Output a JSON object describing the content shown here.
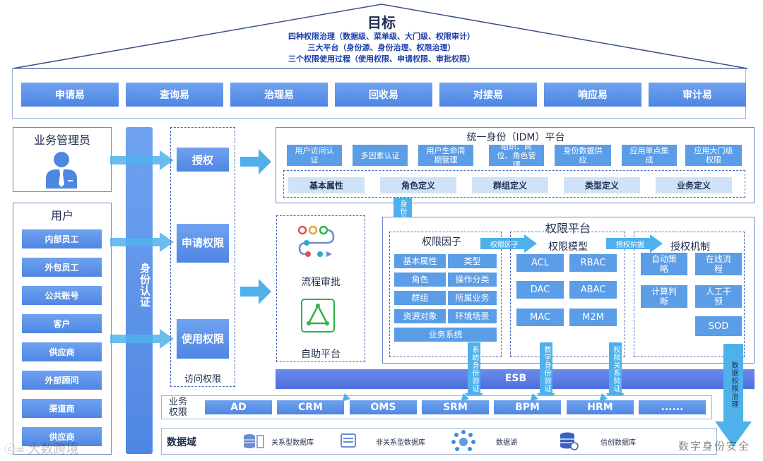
{
  "goal": {
    "title": "目标",
    "lines": [
      "四种权限治理（数据级、菜单级、大门级、权限审计）",
      "三大平台（身份源、身份治理、权限治理）",
      "三个权限使用过程（使用权限、申请权限、审批权限）"
    ]
  },
  "top_modules": [
    "申请易",
    "查询易",
    "治理易",
    "回收易",
    "对接易",
    "响应易",
    "审计易"
  ],
  "biz_admin": {
    "title": "业务管理员"
  },
  "users": {
    "title": "用户",
    "items": [
      "内部员工",
      "外包员工",
      "公共账号",
      "客户",
      "供应商",
      "外部顾问",
      "渠道商",
      "供应商"
    ]
  },
  "identity_auth": "身份认证",
  "access": {
    "items": [
      "授权",
      "申请权限",
      "使用权限"
    ],
    "caption": "访问权限"
  },
  "idm": {
    "title": "统一身份（IDM）平台",
    "functions": [
      "用户访问认证",
      "多因素认证",
      "用户生命周期管理",
      "组织、岗位、角色管理",
      "身份数据供应",
      "应用单点集成",
      "应用大门级权限"
    ],
    "definitions": [
      "基本属性",
      "角色定义",
      "群组定义",
      "类型定义",
      "业务定义"
    ]
  },
  "identity_supply": "身份供应",
  "workflow": {
    "label": "流程审批",
    "self_service": "自助平台"
  },
  "perm_platform": {
    "title": "权限平台",
    "factors": {
      "title": "权限因子",
      "items": [
        "基本属性",
        "类型",
        "角色",
        "操作分类",
        "群组",
        "所属业务",
        "资源对象",
        "环境场景"
      ],
      "wide": "业务系统"
    },
    "factor_arrow": "权限因子",
    "model": {
      "title": "权限模型",
      "items": [
        "ACL",
        "RBAC",
        "DAC",
        "ABAC",
        "MAC",
        "M2M"
      ]
    },
    "basis_arrow": "授权依据",
    "mechanism": {
      "title": "授权机制",
      "items": [
        "自动策略",
        "在线流程",
        "计算判断",
        "人工干预",
        "SOD"
      ]
    }
  },
  "vertical_labels": [
    "系统身份验证",
    "数字身份验证",
    "权限关系验证",
    "数据权限治理"
  ],
  "esb": "ESB",
  "biz_perm": {
    "label": "业务权限",
    "systems": [
      "AD",
      "CRM",
      "OMS",
      "SRM",
      "BPM",
      "HRM",
      "......"
    ]
  },
  "data_domain": {
    "label": "数据域",
    "items": [
      "关系型数据库",
      "非关系型数据库",
      "数据湖",
      "信创数据库"
    ]
  },
  "watermarks": {
    "left": "大数跨境",
    "right": "数字身份安全"
  },
  "colors": {
    "primary": "#4f86e3",
    "light": "#5b9de6",
    "pale": "#cfe3f8",
    "arrow": "#4fb1ec",
    "esb": "#5574e0"
  }
}
